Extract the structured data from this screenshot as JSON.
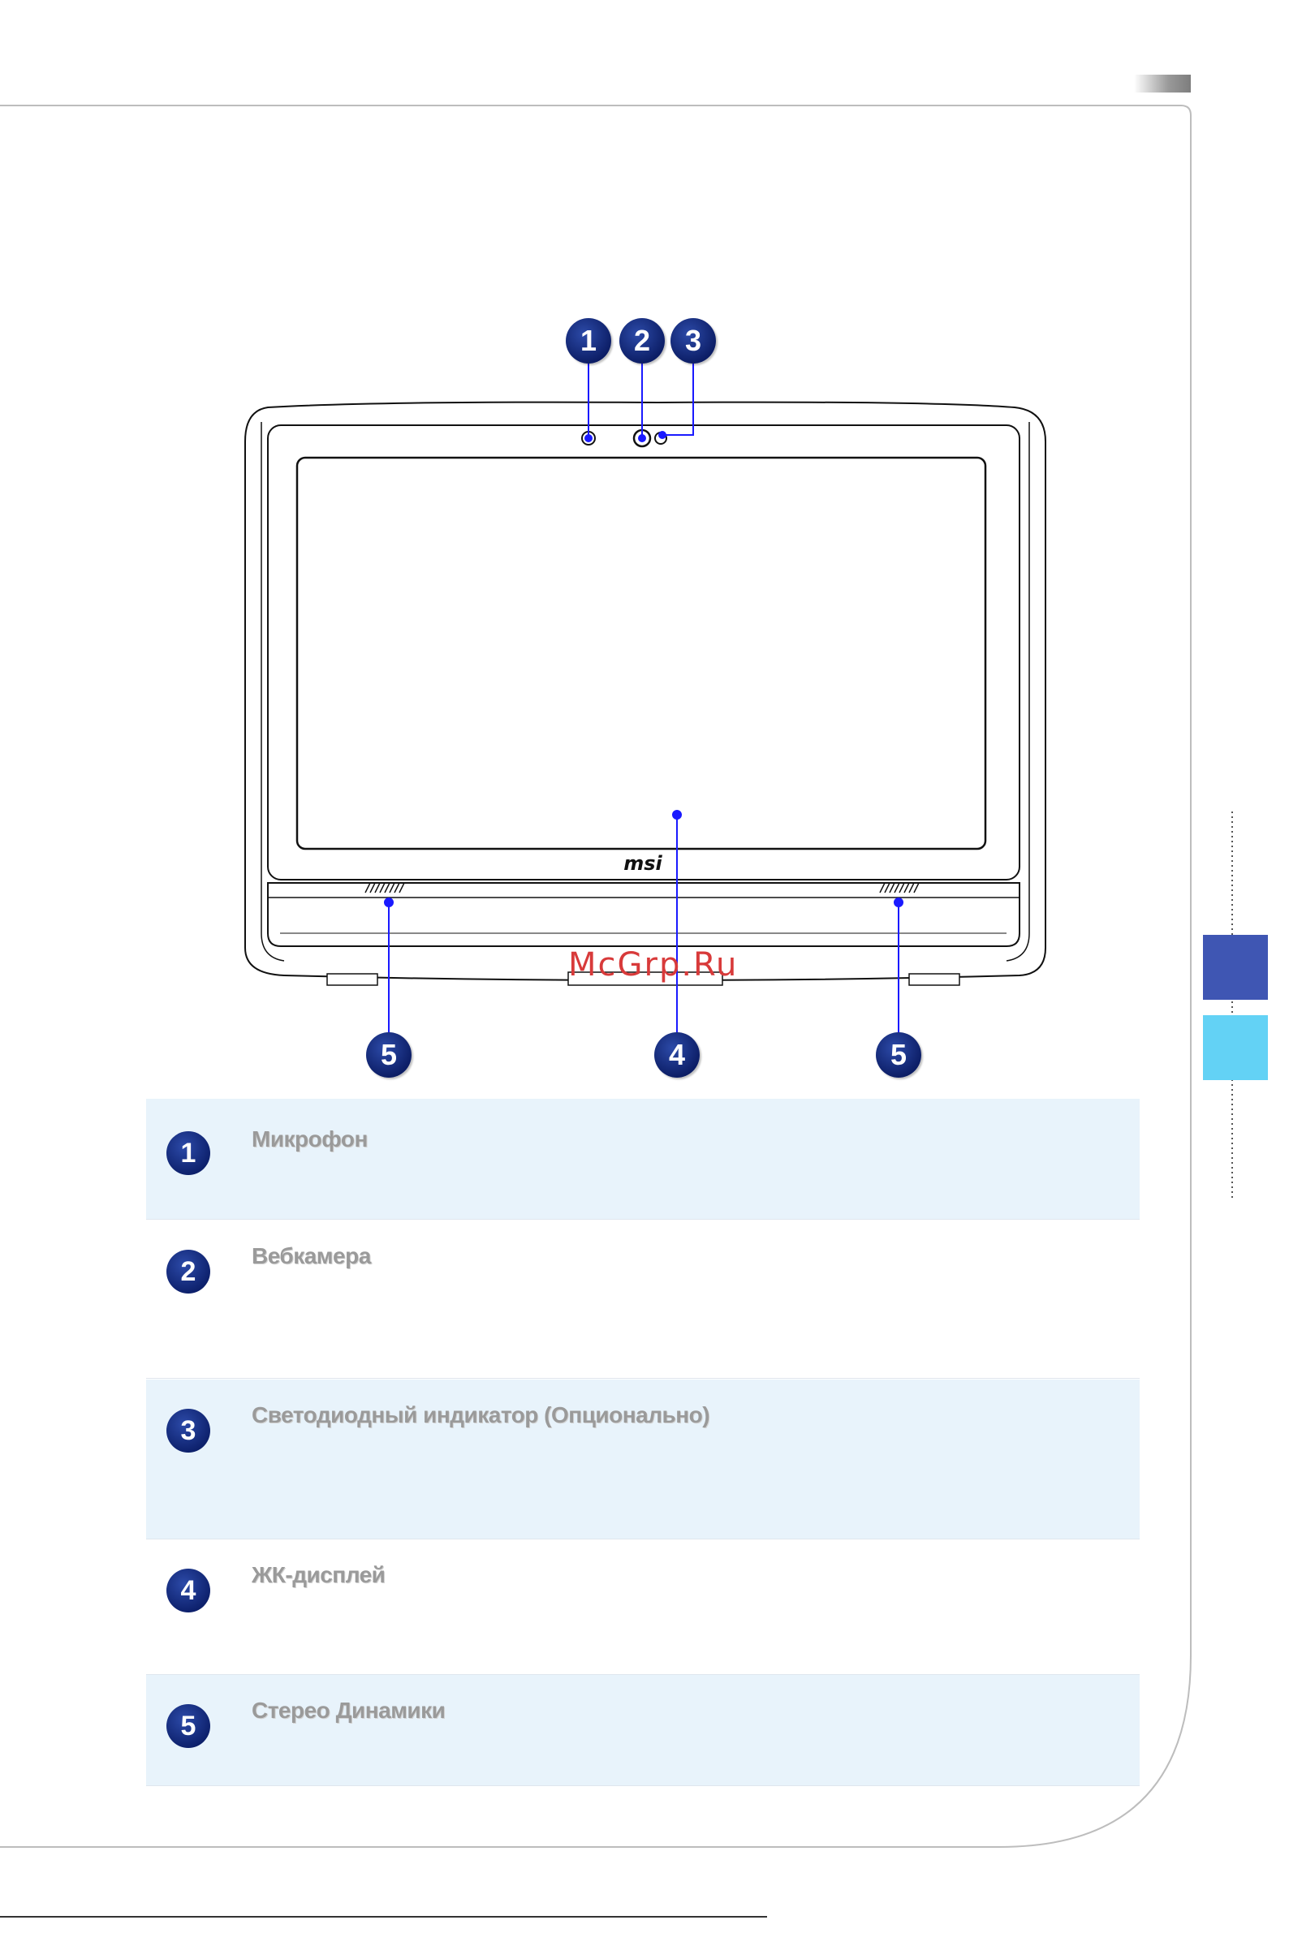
{
  "callouts": [
    "1",
    "2",
    "3",
    "4",
    "5",
    "5"
  ],
  "watermark": "McGrp.Ru",
  "brand_logo": "msi",
  "items": [
    {
      "num": "1",
      "label": "Микрофон"
    },
    {
      "num": "2",
      "label": "Вебкамера"
    },
    {
      "num": "3",
      "label": "Светодиодный индикатор (Опционально)"
    },
    {
      "num": "4",
      "label": "ЖК-дисплей"
    },
    {
      "num": "5",
      "label": "Стерео Динамики"
    }
  ],
  "colors": {
    "callout_blue": "#0c1f6a",
    "row_shade": "#e8f3fb",
    "tab_dark": "#3f56b3",
    "tab_light": "#63d2f5"
  }
}
